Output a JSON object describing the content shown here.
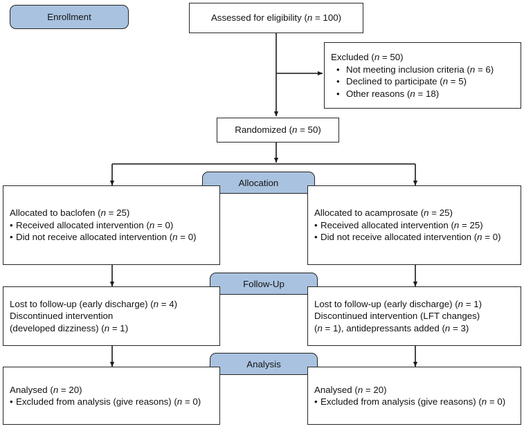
{
  "diagram": {
    "type": "consort-flow-diagram",
    "accent_color": "#a9c2e0",
    "border_color": "#262626",
    "background": "#ffffff"
  },
  "stages": {
    "enrollment": "Enrollment",
    "allocation": "Allocation",
    "followup": "Follow-Up",
    "analysis": "Analysis"
  },
  "nodes": {
    "assessed": "Assessed for eligibility (n = 100)",
    "excluded": {
      "title": "Excluded (n = 50)",
      "items": [
        "Not meeting inclusion criteria (n = 6)",
        "Declined to participate (n = 5)",
        "Other reasons (n = 18)"
      ]
    },
    "randomized": "Randomized (n = 50)",
    "allocation_left": {
      "title": "Allocated to baclofen (n = 25)",
      "items": [
        "Received allocated intervention (n = 0)",
        "Did not receive allocated intervention  (n = 0)"
      ]
    },
    "allocation_right": {
      "title": "Allocated to acamprosate (n = 25)",
      "items": [
        "Received allocated intervention (n = 25)",
        "Did not receive allocated intervention (n = 0)"
      ]
    },
    "followup_left": {
      "lines": [
        "Lost to follow-up (early discharge) (n = 4)",
        "Discontinued intervention",
        "(developed dizziness) (n = 1)"
      ]
    },
    "followup_right": {
      "lines": [
        "Lost to follow-up (early discharge)  (n = 1)",
        "Discontinued intervention (LFT changes)",
        "(n = 1), antidepressants added (n = 3)"
      ]
    },
    "analysis_left": {
      "title": "Analysed (n = 20)",
      "items": [
        "Excluded from analysis (give reasons) (n = 0)"
      ]
    },
    "analysis_right": {
      "title": "Analysed (n = 20)",
      "items": [
        "Excluded from analysis (give reasons) (n = 0)"
      ]
    }
  }
}
